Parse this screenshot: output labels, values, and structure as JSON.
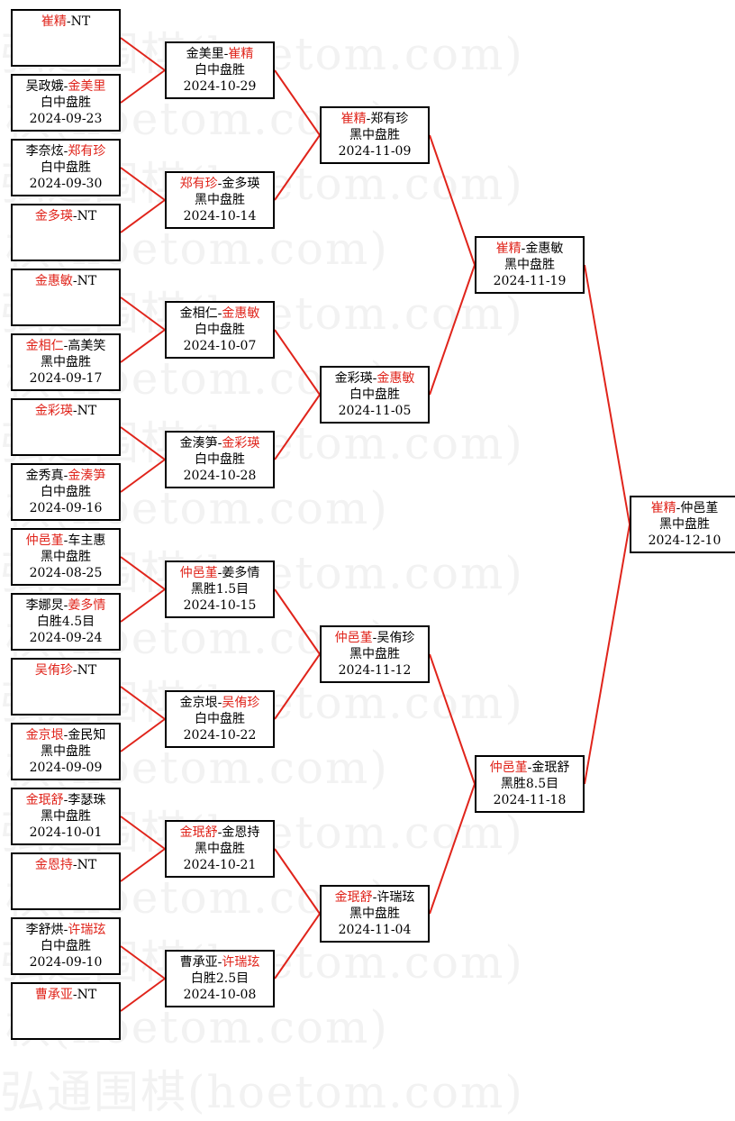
{
  "watermark": "弘通围棋(hoetom.com)",
  "line_color": "#e0241b",
  "winner_color": "#e0241b",
  "rounds": [
    [
      {
        "a": "崔精",
        "b": "NT",
        "w": "a",
        "result": "",
        "date": ""
      },
      {
        "a": "吴政娥",
        "b": "金美里",
        "w": "b",
        "result": "白中盘胜",
        "date": "2024-09-23"
      },
      {
        "a": "李奈炫",
        "b": "郑有珍",
        "w": "b",
        "result": "白中盘胜",
        "date": "2024-09-30"
      },
      {
        "a": "金多瑛",
        "b": "NT",
        "w": "a",
        "result": "",
        "date": ""
      },
      {
        "a": "金惠敏",
        "b": "NT",
        "w": "a",
        "result": "",
        "date": ""
      },
      {
        "a": "金相仁",
        "b": "高美笑",
        "w": "a",
        "result": "黑中盘胜",
        "date": "2024-09-17"
      },
      {
        "a": "金彩瑛",
        "b": "NT",
        "w": "a",
        "result": "",
        "date": ""
      },
      {
        "a": "金秀真",
        "b": "金湊笋",
        "w": "b",
        "result": "白中盘胜",
        "date": "2024-09-16"
      },
      {
        "a": "仲邑堇",
        "b": "车主惠",
        "w": "a",
        "result": "黑中盘胜",
        "date": "2024-08-25"
      },
      {
        "a": "李娜炅",
        "b": "姜多情",
        "w": "b",
        "result": "白胜4.5目",
        "date": "2024-09-24"
      },
      {
        "a": "吴侑珍",
        "b": "NT",
        "w": "a",
        "result": "",
        "date": ""
      },
      {
        "a": "金京垠",
        "b": "金民知",
        "w": "a",
        "result": "黑中盘胜",
        "date": "2024-09-09"
      },
      {
        "a": "金珉舒",
        "b": "李瑟珠",
        "w": "a",
        "result": "黑中盘胜",
        "date": "2024-10-01"
      },
      {
        "a": "金恩持",
        "b": "NT",
        "w": "a",
        "result": "",
        "date": ""
      },
      {
        "a": "李舒烘",
        "b": "许瑞玹",
        "w": "b",
        "result": "白中盘胜",
        "date": "2024-09-10"
      },
      {
        "a": "曹承亚",
        "b": "NT",
        "w": "a",
        "result": "",
        "date": ""
      }
    ],
    [
      {
        "a": "金美里",
        "b": "崔精",
        "w": "b",
        "result": "白中盘胜",
        "date": "2024-10-29"
      },
      {
        "a": "郑有珍",
        "b": "金多瑛",
        "w": "a",
        "result": "黑中盘胜",
        "date": "2024-10-14"
      },
      {
        "a": "金相仁",
        "b": "金惠敏",
        "w": "b",
        "result": "白中盘胜",
        "date": "2024-10-07"
      },
      {
        "a": "金湊笋",
        "b": "金彩瑛",
        "w": "b",
        "result": "白中盘胜",
        "date": "2024-10-28"
      },
      {
        "a": "仲邑堇",
        "b": "姜多情",
        "w": "a",
        "result": "黑胜1.5目",
        "date": "2024-10-15"
      },
      {
        "a": "金京垠",
        "b": "吴侑珍",
        "w": "b",
        "result": "白中盘胜",
        "date": "2024-10-22"
      },
      {
        "a": "金珉舒",
        "b": "金恩持",
        "w": "a",
        "result": "黑中盘胜",
        "date": "2024-10-21"
      },
      {
        "a": "曹承亚",
        "b": "许瑞玹",
        "w": "b",
        "result": "白胜2.5目",
        "date": "2024-10-08"
      }
    ],
    [
      {
        "a": "崔精",
        "b": "郑有珍",
        "w": "a",
        "result": "黑中盘胜",
        "date": "2024-11-09"
      },
      {
        "a": "金彩瑛",
        "b": "金惠敏",
        "w": "b",
        "result": "白中盘胜",
        "date": "2024-11-05"
      },
      {
        "a": "仲邑堇",
        "b": "吴侑珍",
        "w": "a",
        "result": "黑中盘胜",
        "date": "2024-11-12"
      },
      {
        "a": "金珉舒",
        "b": "许瑞玹",
        "w": "a",
        "result": "黑中盘胜",
        "date": "2024-11-04"
      }
    ],
    [
      {
        "a": "崔精",
        "b": "金惠敏",
        "w": "a",
        "result": "黑中盘胜",
        "date": "2024-11-19"
      },
      {
        "a": "仲邑堇",
        "b": "金珉舒",
        "w": "a",
        "result": "黑胜8.5目",
        "date": "2024-11-18"
      }
    ],
    [
      {
        "a": "崔精",
        "b": "仲邑堇",
        "w": "a",
        "result": "黑中盘胜",
        "date": "2024-12-10"
      }
    ]
  ]
}
